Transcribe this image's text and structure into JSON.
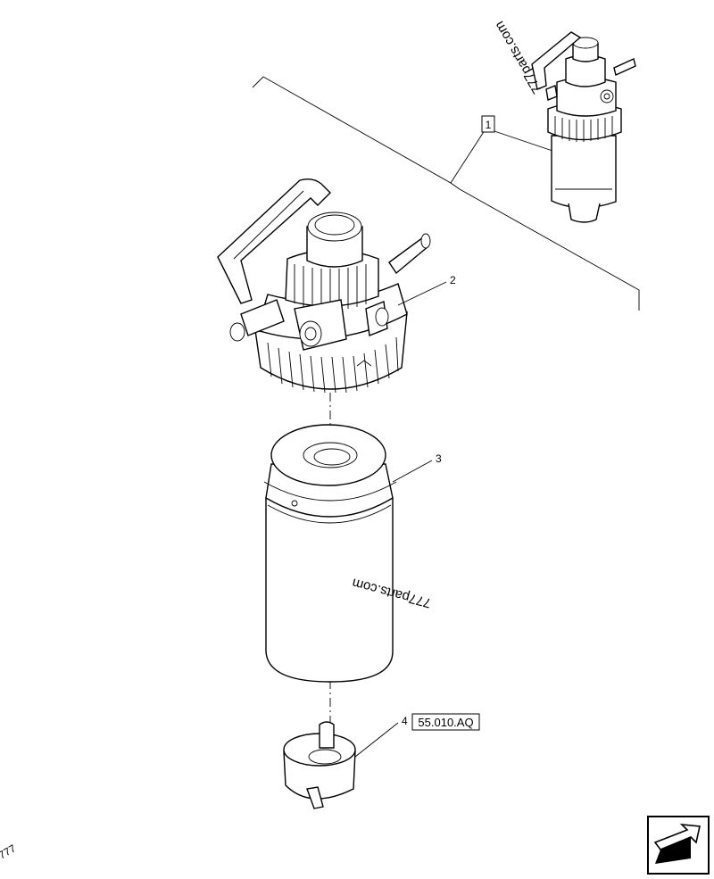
{
  "callouts": {
    "item1": "1",
    "item2": "2",
    "item3": "3",
    "item4": "4",
    "reference": "55.010.AQ"
  },
  "watermark": {
    "text": "777parts.com",
    "edge_text": "777"
  },
  "icons": {
    "nav": "arrow-icon"
  }
}
